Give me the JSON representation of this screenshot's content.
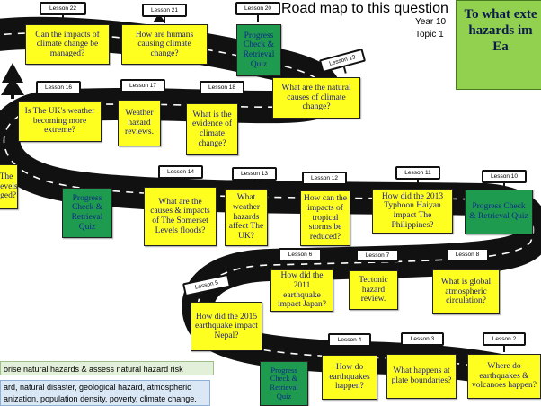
{
  "header": {
    "title": "Road map to this question",
    "year": "Year 10",
    "topic": "Topic 1",
    "big_question": [
      "To what exte",
      "hazards im",
      "Ea"
    ]
  },
  "colors": {
    "lesson_card": "#ffff1f",
    "quiz_card": "#1f9b4f",
    "question_box": "#92d050",
    "road": "#111111"
  },
  "lessons": [
    {
      "sign": "Lesson 22",
      "text": "Can the impacts of climate change be managed?",
      "kind": "lesson"
    },
    {
      "sign": "Lesson 21",
      "text": "How are humans causing climate change?",
      "kind": "lesson"
    },
    {
      "sign": "Lesson 20",
      "text": "Progress Check & Retrieval Quiz",
      "kind": "quiz"
    },
    {
      "sign": "Lesson 19",
      "text": "What are the natural causes of climate change?",
      "kind": "lesson"
    },
    {
      "sign": "Lesson 18",
      "text": "What is the evidence of climate change?",
      "kind": "lesson"
    },
    {
      "sign": "Lesson 17",
      "text": "Weather hazard reviews.",
      "kind": "lesson"
    },
    {
      "sign": "Lesson 16",
      "text": "Is The UK's weather becoming more extreme?",
      "kind": "lesson"
    },
    {
      "sign": "",
      "text": "The Levels aged?",
      "kind": "lesson"
    },
    {
      "sign": "",
      "text": "Progress Check & Retrieval Quiz",
      "kind": "quiz"
    },
    {
      "sign": "Lesson 14",
      "text": "What are the causes & impacts of The Somerset Levels floods?",
      "kind": "lesson"
    },
    {
      "sign": "Lesson 13",
      "text": "What weather hazards affect The UK?",
      "kind": "lesson"
    },
    {
      "sign": "Lesson 12",
      "text": "How can the impacts of tropical storms be reduced?",
      "kind": "lesson"
    },
    {
      "sign": "Lesson 11",
      "text": "How did the 2013 Typhoon Haiyan impact The Philippines?",
      "kind": "lesson"
    },
    {
      "sign": "Lesson 10",
      "text": "Progress Check & Retrieval Quiz",
      "kind": "quiz"
    },
    {
      "sign": "Lesson 8",
      "text": "What is global atmospheric circulation?",
      "kind": "lesson"
    },
    {
      "sign": "Lesson 7",
      "text": "Tectonic hazard review.",
      "kind": "lesson"
    },
    {
      "sign": "Lesson 6",
      "text": "How did the 2011 earthquake impact Japan?",
      "kind": "lesson"
    },
    {
      "sign": "Lesson 5",
      "text": "How did the 2015 earthquake impact Nepal?",
      "kind": "lesson"
    },
    {
      "sign": "",
      "text": "Progress Check & Retrieval Quiz",
      "kind": "quiz"
    },
    {
      "sign": "Lesson 4",
      "text": "How do earthquakes happen?",
      "kind": "lesson"
    },
    {
      "sign": "Lesson 3",
      "text": "What happens at plate boundaries?",
      "kind": "lesson"
    },
    {
      "sign": "Lesson 2",
      "text": "Where do earthquakes & volcanoes happen?",
      "kind": "lesson"
    }
  ],
  "footer": {
    "objective": "orise natural hazards & assess natural hazard risk",
    "keywords_line1": "ard, natural disaster, geological hazard, atmospheric",
    "keywords_line2": "anization, population density, poverty, climate change."
  }
}
